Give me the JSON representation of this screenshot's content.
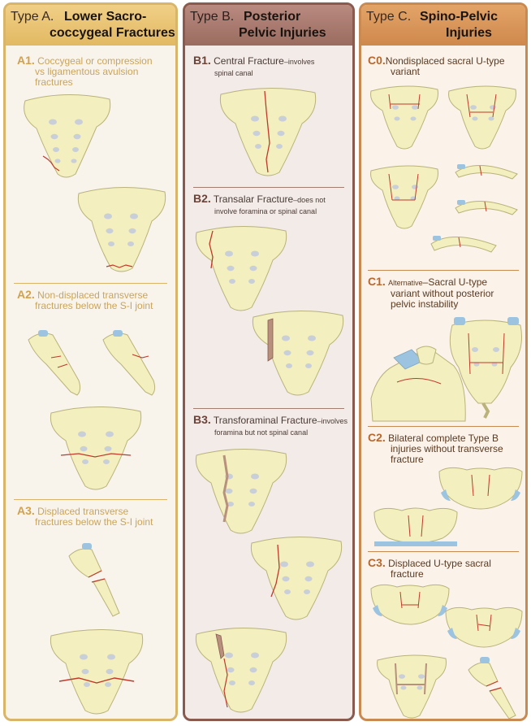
{
  "colors": {
    "bone": "#f3efbe",
    "bone_shade": "#d9d39a",
    "foramen": "#c9cfd8",
    "fracture": "#c0392b",
    "tissue_blue": "#9cc3df",
    "colA_border": "#d9b56a",
    "colB_border": "#8a5a4e",
    "colC_border": "#c98a52"
  },
  "columns": [
    {
      "type_prefix": "Type A.",
      "title_line1": "Lower Sacro-",
      "title_line2": "coccygeal Fractures",
      "sections": [
        {
          "code": "A1.",
          "text_lines": [
            "Coccygeal or compression",
            "vs ligamentous avulsion",
            "fractures"
          ]
        },
        {
          "code": "A2.",
          "text_lines": [
            "Non-displaced transverse",
            "fractures below the S-I joint"
          ]
        },
        {
          "code": "A3.",
          "text_lines": [
            "Displaced transverse",
            "fractures below the S-I joint"
          ]
        }
      ]
    },
    {
      "type_prefix": "Type B.",
      "title_line1": "Posterior",
      "title_line2": "Pelvic Injuries",
      "sections": [
        {
          "code": "B1.",
          "main": "Central Fracture",
          "detail": "–involves",
          "text_line2": "spinal canal"
        },
        {
          "code": "B2.",
          "main": "Transalar Fracture",
          "detail": "–does not",
          "text_line2": "involve foramina or spinal canal"
        },
        {
          "code": "B3.",
          "main": "Transforaminal Fracture",
          "detail": "–involves",
          "text_line2": "foramina but not spinal canal"
        }
      ]
    },
    {
      "type_prefix": "Type C.",
      "title_line1": "Spino-Pelvic",
      "title_line2": "Injuries",
      "sections": [
        {
          "code": "C0.",
          "text_lines": [
            "Nondisplaced sacral U-type",
            "variant"
          ]
        },
        {
          "code": "C1.",
          "prefix_small": "Alternative",
          "text_line1_rest": "–Sacral U-type",
          "text_lines": [
            "variant without posterior",
            "pelvic instability"
          ]
        },
        {
          "code": "C2.",
          "text_line1_rest": "Bilateral complete Type B",
          "text_lines": [
            "injuries without transverse",
            "fracture"
          ]
        },
        {
          "code": "C3.",
          "text_line1_rest": "Displaced U-type sacral",
          "text_lines": [
            "fracture"
          ]
        }
      ]
    }
  ]
}
